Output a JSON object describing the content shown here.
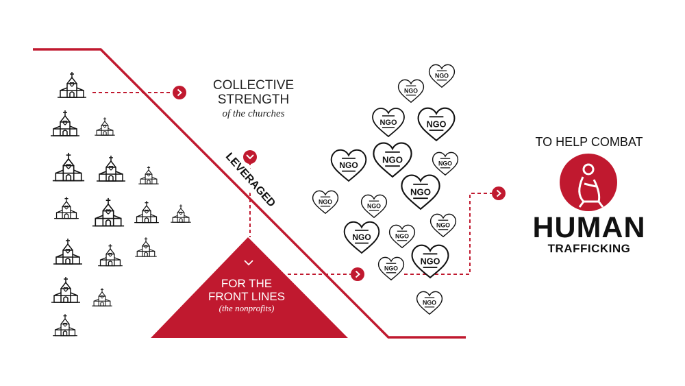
{
  "headline": {
    "collective_line1": "COLLECTIVE",
    "collective_line2": "STRENGTH",
    "collective_sub": "of the churches"
  },
  "leveraged_label": "LEVERAGED",
  "front_lines": {
    "line1": "FOR THE",
    "line2": "FRONT LINES",
    "sub": "(the nonprofits)"
  },
  "outcome": {
    "combat": "TO HELP COMBAT",
    "human": "HUMAN",
    "trafficking": "TRAFFICKING"
  },
  "ngo_label": "NGO",
  "icons": {
    "church": "church-icon",
    "ngo": "ngo-heart-icon",
    "person": "seated-person-icon",
    "arrow": "arrow-right-circle-icon",
    "chevron": "chevron-down-icon"
  },
  "colors": {
    "accent": "#c0192f",
    "ink": "#111111",
    "background": "#ffffff"
  }
}
